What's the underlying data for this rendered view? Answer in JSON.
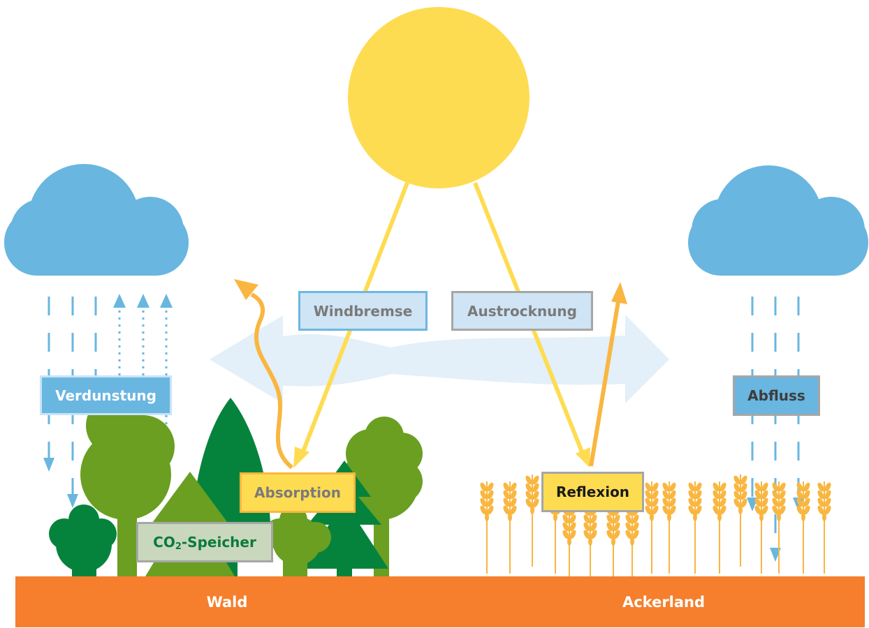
{
  "labels": {
    "windbremse": "Windbremse",
    "austrocknung": "Austrocknung",
    "verdunstung": "Verdunstung",
    "abfluss": "Abfluss",
    "absorption": "Absorption",
    "reflexion": "Reflexion",
    "co2_prefix": "CO",
    "co2_subscript": "2",
    "co2_suffix": "-Speicher"
  },
  "ground": {
    "left": "Wald",
    "right": "Ackerland"
  },
  "colors": {
    "sun": "#fedc52",
    "sun_ray": "#fedc52",
    "heat_ray": "#f9b640",
    "cloud": "#69b6e0",
    "rain": "#69b6e0",
    "wind_arrow": "#e3eff9",
    "ground": "#f57f2d",
    "tree_light": "#6a9f22",
    "tree_dark": "#05833c",
    "wheat": "#f9b640"
  }
}
